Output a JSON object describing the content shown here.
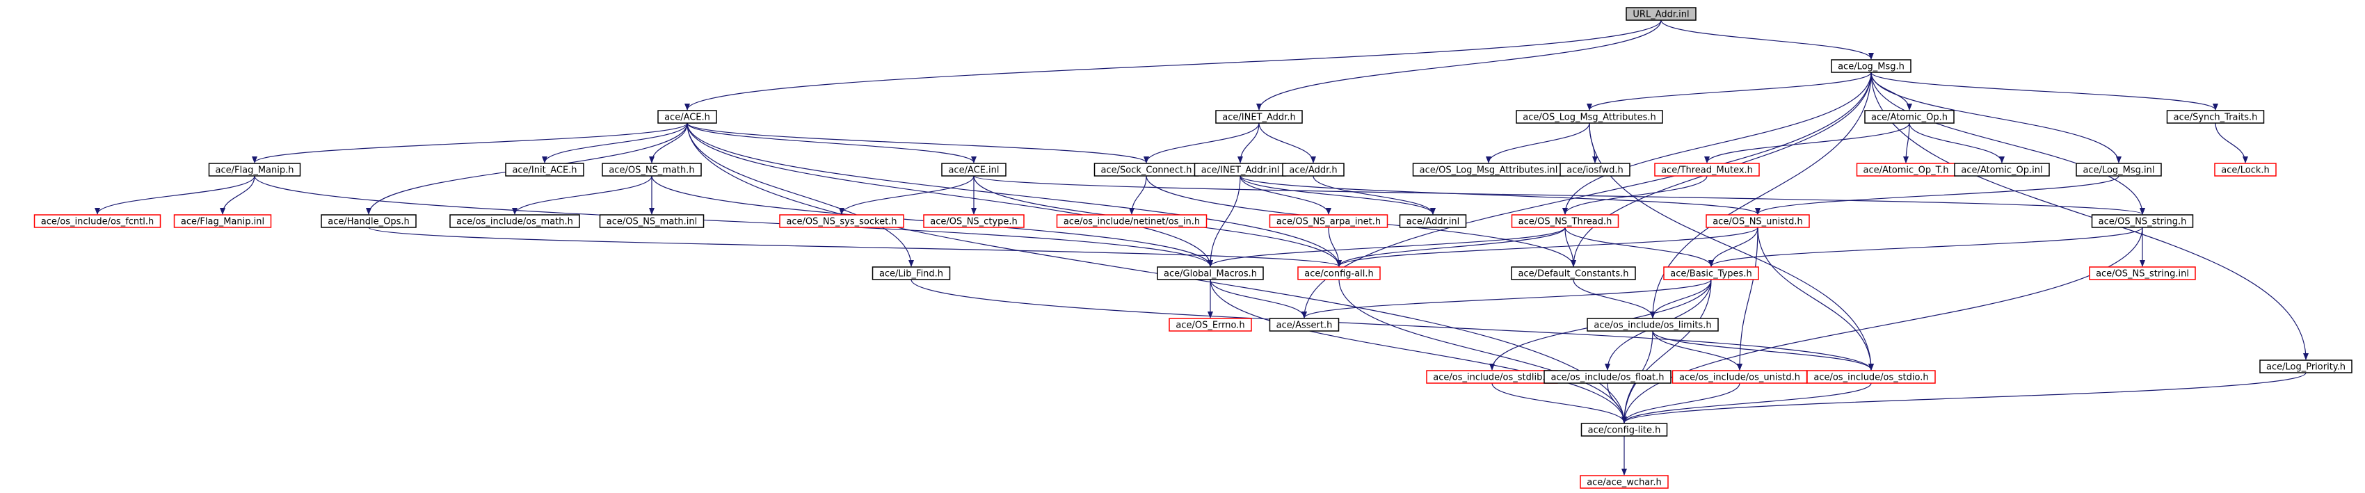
{
  "diagram": {
    "colors": {
      "normal_border": "#000000",
      "missing_border": "#ff0000",
      "root_fill": "#bfbfbf",
      "fill": "#ffffff",
      "text": "#000000",
      "edge": "#191970"
    },
    "nodes": [
      {
        "id": "n0",
        "label": "URL_Addr.inl",
        "status": "root"
      },
      {
        "id": "n1",
        "label": "ace/Log_Msg.h",
        "status": "normal"
      },
      {
        "id": "n2",
        "label": "ace/ACE.h",
        "status": "normal"
      },
      {
        "id": "n3",
        "label": "ace/INET_Addr.h",
        "status": "normal"
      },
      {
        "id": "n4",
        "label": "ace/OS_Log_Msg_Attributes.h",
        "status": "normal"
      },
      {
        "id": "n5",
        "label": "ace/Atomic_Op.h",
        "status": "normal"
      },
      {
        "id": "n6",
        "label": "ace/Synch_Traits.h",
        "status": "normal"
      },
      {
        "id": "n7",
        "label": "ace/Flag_Manip.h",
        "status": "normal"
      },
      {
        "id": "n8",
        "label": "ace/Init_ACE.h",
        "status": "normal"
      },
      {
        "id": "n9",
        "label": "ace/OS_NS_math.h",
        "status": "normal"
      },
      {
        "id": "n10",
        "label": "ace/ACE.inl",
        "status": "normal"
      },
      {
        "id": "n11",
        "label": "ace/Sock_Connect.h",
        "status": "normal"
      },
      {
        "id": "n12",
        "label": "ace/INET_Addr.inl",
        "status": "normal"
      },
      {
        "id": "n13",
        "label": "ace/Addr.h",
        "status": "normal"
      },
      {
        "id": "n14",
        "label": "ace/OS_Log_Msg_Attributes.inl",
        "status": "normal"
      },
      {
        "id": "n15",
        "label": "ace/iosfwd.h",
        "status": "normal"
      },
      {
        "id": "n16",
        "label": "ace/Thread_Mutex.h",
        "status": "missing"
      },
      {
        "id": "n17",
        "label": "ace/Atomic_Op_T.h",
        "status": "missing"
      },
      {
        "id": "n18",
        "label": "ace/Atomic_Op.inl",
        "status": "normal"
      },
      {
        "id": "n19",
        "label": "ace/Log_Msg.inl",
        "status": "normal"
      },
      {
        "id": "n20",
        "label": "ace/Lock.h",
        "status": "missing"
      },
      {
        "id": "n21",
        "label": "ace/os_include/os_fcntl.h",
        "status": "missing"
      },
      {
        "id": "n22",
        "label": "ace/Flag_Manip.inl",
        "status": "missing"
      },
      {
        "id": "n23",
        "label": "ace/Handle_Ops.h",
        "status": "normal"
      },
      {
        "id": "n24",
        "label": "ace/os_include/os_math.h",
        "status": "normal"
      },
      {
        "id": "n25",
        "label": "ace/OS_NS_math.inl",
        "status": "normal"
      },
      {
        "id": "n26",
        "label": "ace/OS_NS_sys_socket.h",
        "status": "missing"
      },
      {
        "id": "n27",
        "label": "ace/OS_NS_ctype.h",
        "status": "missing"
      },
      {
        "id": "n28",
        "label": "ace/os_include/netinet/os_in.h",
        "status": "missing"
      },
      {
        "id": "n29",
        "label": "ace/OS_NS_arpa_inet.h",
        "status": "missing"
      },
      {
        "id": "n30",
        "label": "ace/Addr.inl",
        "status": "normal"
      },
      {
        "id": "n31",
        "label": "ace/OS_NS_Thread.h",
        "status": "missing"
      },
      {
        "id": "n32",
        "label": "ace/OS_NS_unistd.h",
        "status": "missing"
      },
      {
        "id": "n33",
        "label": "ace/OS_NS_string.h",
        "status": "normal"
      },
      {
        "id": "n34",
        "label": "ace/Lib_Find.h",
        "status": "normal"
      },
      {
        "id": "n35",
        "label": "ace/Global_Macros.h",
        "status": "normal"
      },
      {
        "id": "n36",
        "label": "ace/config-all.h",
        "status": "missing"
      },
      {
        "id": "n37",
        "label": "ace/Default_Constants.h",
        "status": "normal"
      },
      {
        "id": "n38",
        "label": "ace/Basic_Types.h",
        "status": "missing"
      },
      {
        "id": "n39",
        "label": "ace/OS_NS_string.inl",
        "status": "missing"
      },
      {
        "id": "n40",
        "label": "ace/OS_Errno.h",
        "status": "missing"
      },
      {
        "id": "n41",
        "label": "ace/Assert.h",
        "status": "normal"
      },
      {
        "id": "n42",
        "label": "ace/os_include/os_limits.h",
        "status": "normal"
      },
      {
        "id": "n43",
        "label": "ace/Log_Priority.h",
        "status": "normal"
      },
      {
        "id": "n44",
        "label": "ace/os_include/os_stdlib.h",
        "status": "missing"
      },
      {
        "id": "n45",
        "label": "ace/os_include/os_float.h",
        "status": "normal"
      },
      {
        "id": "n46",
        "label": "ace/os_include/os_unistd.h",
        "status": "missing"
      },
      {
        "id": "n47",
        "label": "ace/os_include/os_stdio.h",
        "status": "missing"
      },
      {
        "id": "n48",
        "label": "ace/config-lite.h",
        "status": "normal"
      },
      {
        "id": "n49",
        "label": "ace/ace_wchar.h",
        "status": "missing"
      }
    ],
    "edges": [
      [
        "n0",
        "n1"
      ],
      [
        "n0",
        "n2"
      ],
      [
        "n0",
        "n3"
      ],
      [
        "n1",
        "n4"
      ],
      [
        "n1",
        "n5"
      ],
      [
        "n1",
        "n6"
      ],
      [
        "n1",
        "n19"
      ],
      [
        "n1",
        "n31"
      ],
      [
        "n1",
        "n37"
      ],
      [
        "n1",
        "n41"
      ],
      [
        "n1",
        "n43"
      ],
      [
        "n1",
        "n42"
      ],
      [
        "n1",
        "n33"
      ],
      [
        "n2",
        "n7"
      ],
      [
        "n2",
        "n8"
      ],
      [
        "n2",
        "n9"
      ],
      [
        "n2",
        "n10"
      ],
      [
        "n2",
        "n11"
      ],
      [
        "n2",
        "n23"
      ],
      [
        "n2",
        "n34"
      ],
      [
        "n2",
        "n35"
      ],
      [
        "n2",
        "n48"
      ],
      [
        "n2",
        "n36"
      ],
      [
        "n3",
        "n11"
      ],
      [
        "n3",
        "n12"
      ],
      [
        "n3",
        "n13"
      ],
      [
        "n4",
        "n14"
      ],
      [
        "n4",
        "n15"
      ],
      [
        "n4",
        "n47"
      ],
      [
        "n5",
        "n16"
      ],
      [
        "n5",
        "n17"
      ],
      [
        "n5",
        "n18"
      ],
      [
        "n6",
        "n20"
      ],
      [
        "n7",
        "n21"
      ],
      [
        "n7",
        "n22"
      ],
      [
        "n7",
        "n35"
      ],
      [
        "n9",
        "n24"
      ],
      [
        "n9",
        "n25"
      ],
      [
        "n9",
        "n35"
      ],
      [
        "n10",
        "n26"
      ],
      [
        "n10",
        "n27"
      ],
      [
        "n10",
        "n36"
      ],
      [
        "n10",
        "n33"
      ],
      [
        "n11",
        "n28"
      ],
      [
        "n11",
        "n37"
      ],
      [
        "n12",
        "n29"
      ],
      [
        "n12",
        "n30"
      ],
      [
        "n12",
        "n35"
      ],
      [
        "n12",
        "n32"
      ],
      [
        "n13",
        "n30"
      ],
      [
        "n16",
        "n31"
      ],
      [
        "n19",
        "n32"
      ],
      [
        "n23",
        "n36"
      ],
      [
        "n29",
        "n36"
      ],
      [
        "n31",
        "n36"
      ],
      [
        "n31",
        "n37"
      ],
      [
        "n31",
        "n38"
      ],
      [
        "n31",
        "n35"
      ],
      [
        "n32",
        "n36"
      ],
      [
        "n32",
        "n38"
      ],
      [
        "n32",
        "n46"
      ],
      [
        "n32",
        "n47"
      ],
      [
        "n33",
        "n38"
      ],
      [
        "n33",
        "n39"
      ],
      [
        "n33",
        "n48"
      ],
      [
        "n34",
        "n47"
      ],
      [
        "n35",
        "n40"
      ],
      [
        "n35",
        "n41"
      ],
      [
        "n35",
        "n48"
      ],
      [
        "n36",
        "n48"
      ],
      [
        "n37",
        "n42"
      ],
      [
        "n38",
        "n42"
      ],
      [
        "n38",
        "n44"
      ],
      [
        "n38",
        "n45"
      ],
      [
        "n38",
        "n48"
      ],
      [
        "n38",
        "n41"
      ],
      [
        "n42",
        "n46"
      ],
      [
        "n42",
        "n47"
      ],
      [
        "n42",
        "n48"
      ],
      [
        "n43",
        "n48"
      ],
      [
        "n44",
        "n48"
      ],
      [
        "n45",
        "n48"
      ],
      [
        "n46",
        "n48"
      ],
      [
        "n47",
        "n48"
      ],
      [
        "n48",
        "n49"
      ]
    ]
  }
}
